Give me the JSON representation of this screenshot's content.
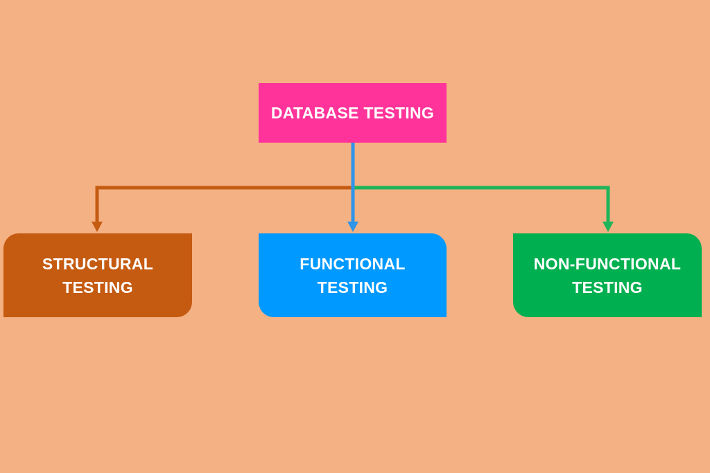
{
  "diagram": {
    "root": {
      "label": "DATABASE TESTING",
      "color": "#FF3399"
    },
    "children": [
      {
        "id": "structural",
        "lines": [
          "STRUCTURAL",
          "TESTING"
        ],
        "color": "#C55A11",
        "connector_color": "#C55A11"
      },
      {
        "id": "functional",
        "lines": [
          "FUNCTIONAL",
          "TESTING"
        ],
        "color": "#0099FF",
        "connector_color": "#2E95E8"
      },
      {
        "id": "nonfunctional",
        "lines": [
          "NON-FUNCTIONAL",
          "TESTING"
        ],
        "color": "#00B050",
        "connector_color": "#1FB45A"
      }
    ],
    "background": "#F4B183"
  }
}
